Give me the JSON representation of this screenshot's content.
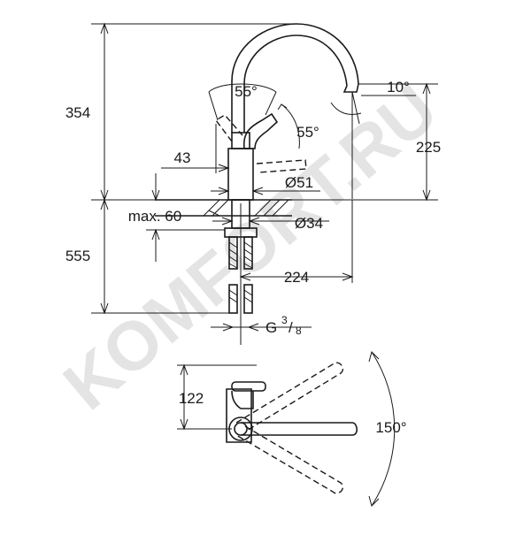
{
  "dimensions": {
    "height_top": "354",
    "height_bottom": "555",
    "angle_handle_left": "55°",
    "angle_handle_right": "55°",
    "angle_spout": "10°",
    "spout_height": "225",
    "offset_43": "43",
    "diameter_base": "Ø51",
    "max_thickness": "max. 60",
    "diameter_hole": "Ø34",
    "reach": "224",
    "thread_main": "G",
    "thread_num": "3",
    "thread_den": "8",
    "top_view_depth": "122",
    "swivel_angle": "150°"
  },
  "watermark": {
    "text": "KOMFORT.RU",
    "color": "#e2e2e2"
  },
  "colors": {
    "line": "#1a1a1a",
    "background": "#ffffff"
  }
}
